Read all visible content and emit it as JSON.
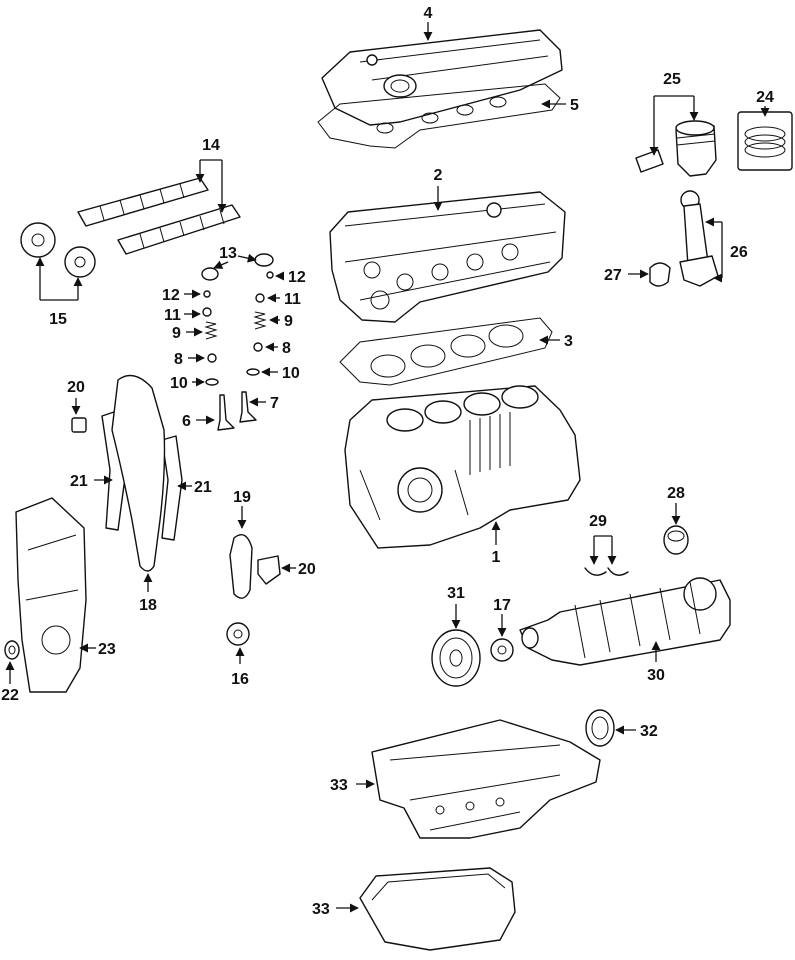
{
  "diagram": {
    "type": "exploded-parts-diagram",
    "callouts": [
      "1",
      "2",
      "3",
      "4",
      "5",
      "6",
      "7",
      "8",
      "9",
      "10",
      "11",
      "12",
      "13",
      "14",
      "15",
      "16",
      "17",
      "18",
      "19",
      "20",
      "21",
      "22",
      "23",
      "24",
      "25",
      "26",
      "27",
      "28",
      "29",
      "30",
      "31",
      "32",
      "33"
    ]
  }
}
